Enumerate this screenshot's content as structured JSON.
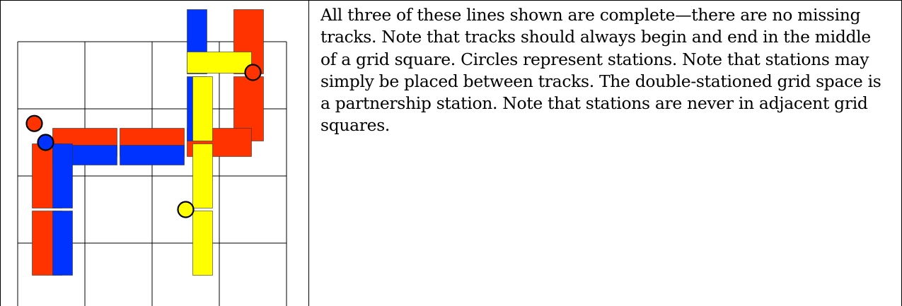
{
  "description_text": "All three of these lines shown are complete—there are no missing tracks. Note that tracks should always begin and end in the middle of a grid square. Circles represent stations. Note that stations may simply be placed between tracks. The double-stationed grid space is a partnership station. Note that stations are never in adjacent grid squares.",
  "colors": {
    "red_line": "#ff3300",
    "blue_line": "#0033ff",
    "yellow_line": "#ffff00",
    "grid": "#000000",
    "table_border": "#000000"
  },
  "grid": {
    "columns": 4,
    "rows": 4
  },
  "lines": {
    "red": {
      "name": "",
      "tracks": [
        {
          "c1": 3.5,
          "r1": -0.5,
          "c2": 3.5,
          "r2": 0.5,
          "o": "v"
        },
        {
          "c1": 3.5,
          "r1": 0.5,
          "c2": 3.5,
          "r2": 1.5,
          "o": "v"
        },
        {
          "c1": 3.5,
          "r1": 1.5,
          "c2": 2.5,
          "r2": 1.5,
          "o": "h"
        },
        {
          "c1": 2.5,
          "r1": 1.5,
          "c2": 1.5,
          "r2": 1.5,
          "o": "h"
        },
        {
          "c1": 1.5,
          "r1": 1.5,
          "c2": 0.5,
          "r2": 1.5,
          "o": "h"
        },
        {
          "c1": 0.5,
          "r1": 1.5,
          "c2": 0.5,
          "r2": 2.5,
          "o": "v"
        },
        {
          "c1": 0.5,
          "r1": 2.5,
          "c2": 0.5,
          "r2": 3.5,
          "o": "v"
        }
      ],
      "stations": [
        {
          "c": 3.5,
          "r": 0.5
        },
        {
          "c": 0.5,
          "r": 1.25
        }
      ]
    },
    "blue": {
      "name": "",
      "tracks": [
        {
          "c1": 2.5,
          "r1": -0.5,
          "c2": 2.5,
          "r2": 0.5,
          "o": "v"
        },
        {
          "c1": 2.5,
          "r1": 0.5,
          "c2": 2.5,
          "r2": 1.5,
          "o": "v"
        },
        {
          "c1": 2.5,
          "r1": 1.5,
          "c2": 1.5,
          "r2": 1.5,
          "o": "h"
        },
        {
          "c1": 1.5,
          "r1": 1.5,
          "c2": 0.5,
          "r2": 1.5,
          "o": "h"
        },
        {
          "c1": 0.5,
          "r1": 1.5,
          "c2": 0.5,
          "r2": 2.5,
          "o": "v"
        },
        {
          "c1": 0.5,
          "r1": 2.5,
          "c2": 0.5,
          "r2": 3.5,
          "o": "v"
        }
      ],
      "stations": [
        {
          "c": 0.5,
          "r": 1.5
        }
      ]
    },
    "yellow": {
      "name": "",
      "tracks": [
        {
          "c1": 3.5,
          "r1": 0.5,
          "c2": 2.5,
          "r2": 0.5,
          "o": "h"
        },
        {
          "c1": 2.5,
          "r1": 0.5,
          "c2": 2.5,
          "r2": 1.5,
          "o": "v"
        },
        {
          "c1": 2.5,
          "r1": 1.5,
          "c2": 2.5,
          "r2": 2.5,
          "o": "v"
        },
        {
          "c1": 2.5,
          "r1": 2.5,
          "c2": 2.5,
          "r2": 3.5,
          "o": "v"
        }
      ],
      "stations": [
        {
          "c": 2.5,
          "r": 2.5
        }
      ]
    }
  }
}
